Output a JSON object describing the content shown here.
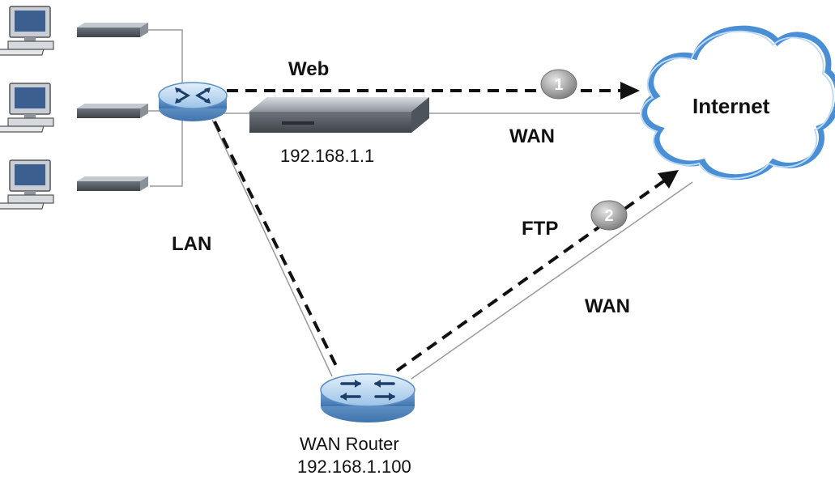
{
  "labels": {
    "web": "Web",
    "internet": "Internet",
    "wan_top": "WAN",
    "wan_bottom": "WAN",
    "ftp": "FTP",
    "lan": "LAN",
    "device_ip": "192.168.1.1",
    "router_name": "WAN Router",
    "router_ip": "192.168.1.100",
    "badge_1": "1",
    "badge_2": "2"
  },
  "colors": {
    "router_blue": "#9cc3e8",
    "router_rim": "#5b8fc4",
    "cloud_edge": "#4a8fd6",
    "badge_gray": "#8c8c8c",
    "dash": "#111111",
    "link_line": "#9a9a9a"
  },
  "icons": {
    "computer": "computer-icon",
    "switch": "switch-icon",
    "router": "router-icon",
    "cloud": "cloud-icon"
  }
}
